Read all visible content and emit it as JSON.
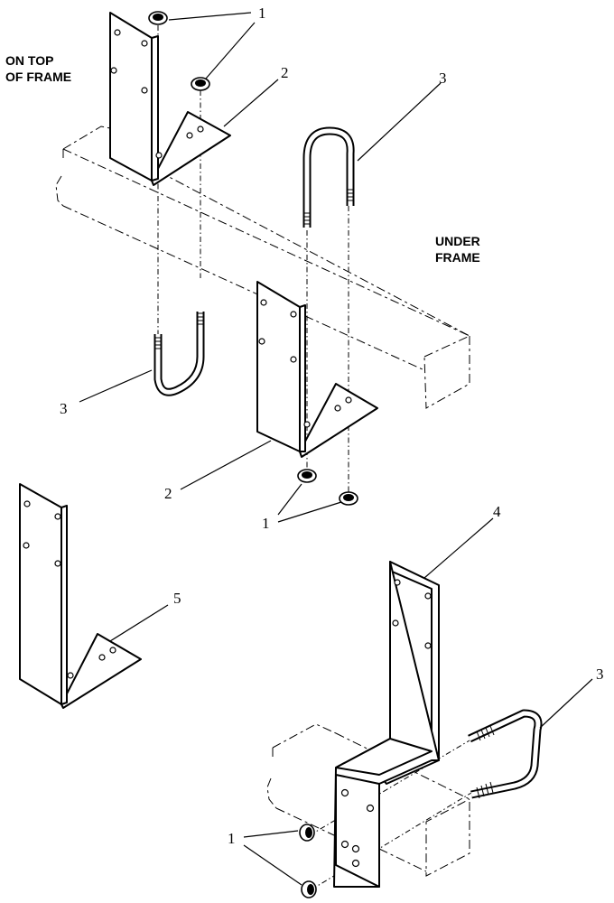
{
  "notes": {
    "on_top_line1": "ON TOP",
    "on_top_line2": "OF FRAME",
    "under_line1": "UNDER",
    "under_line2": "FRAME"
  },
  "callouts": {
    "nut_top": "1",
    "bracket_top": "2",
    "ubolt_top": "3",
    "ubolt_left": "3",
    "bracket_lower": "2",
    "nut_lower": "1",
    "bracket_4": "4",
    "bracket_5": "5",
    "ubolt_right": "3",
    "nut_bottom": "1"
  }
}
